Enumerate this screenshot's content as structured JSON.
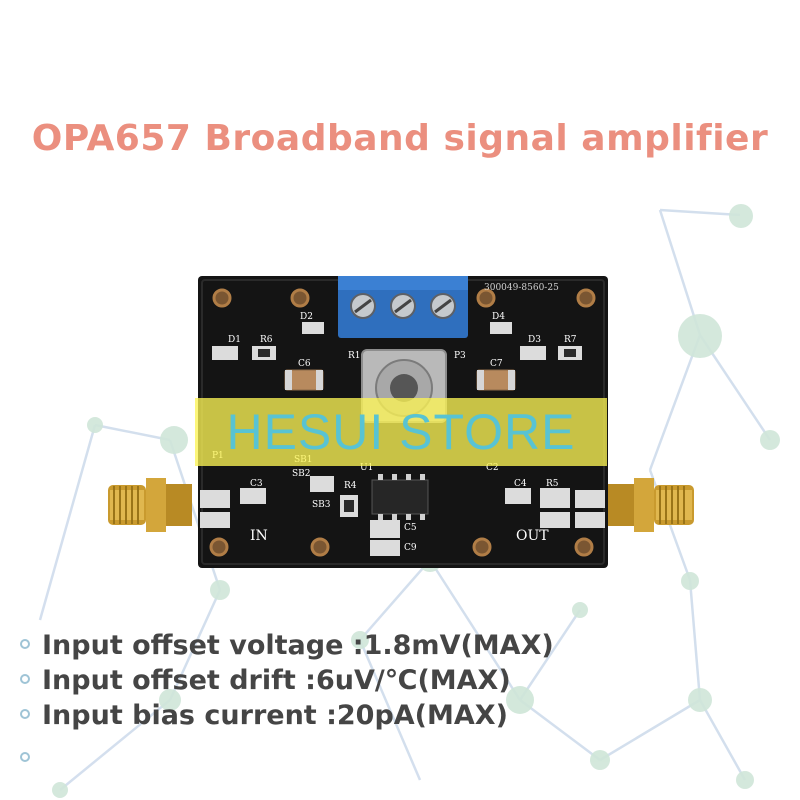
{
  "title": "OPA657 Broadband signal amplifier",
  "watermark": "HESUI STORE",
  "specs": [
    "Input offset voltage :1.8mV(MAX)",
    "Input offset drift :6uV/℃(MAX)",
    "Input bias current :20pA(MAX)"
  ],
  "board": {
    "part_number": "300049-8560-25",
    "labels": {
      "in": "IN",
      "out": "OUT",
      "d1": "D1",
      "d2": "D2",
      "d3": "D3",
      "d4": "D4",
      "r1": "R1",
      "r4": "R4",
      "r5": "R5",
      "r6": "R6",
      "r7": "R7",
      "p1": "P1",
      "p3": "P3",
      "c2": "C2",
      "c3": "C3",
      "c4": "C4",
      "c5": "C5",
      "c6": "C6",
      "c7": "C7",
      "c9": "C9",
      "u1": "U1",
      "sb1": "SB1",
      "sb2": "SB2",
      "sb3": "SB3"
    }
  },
  "colors": {
    "title": "#eb8f7f",
    "watermark_bg": "#fbf455",
    "watermark_text": "#58c3d3",
    "spec_text": "#454545",
    "network_lines": "#c9d7e8",
    "network_nodes_green": "#bde0cc",
    "pcb": "#141414",
    "terminal": "#2f6fbe",
    "sma_gold": "#c99a2e"
  }
}
